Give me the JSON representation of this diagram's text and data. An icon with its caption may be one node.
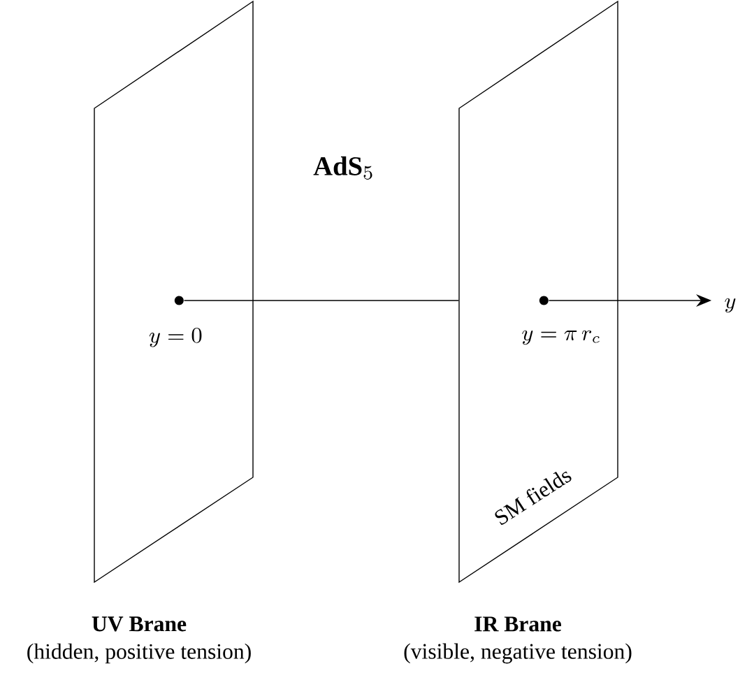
{
  "diagram": {
    "nodes": [
      {
        "text": [
          "UV Brane",
          "(hidden, positive tension)"
        ]
      },
      {
        "text": [
          "SM fields",
          "IR Brane",
          "(visible, negative tension)"
        ]
      },
      {
        "text": [],
        "shape": "circle",
        "in": 0,
        "beside": [
          "y = 0"
        ]
      },
      {
        "text": [],
        "shape": "circle",
        "in": 1,
        "beside": [
          "y = \\pi\\, r_c"
        ]
      },
      {
        "text": [
          "y"
        ]
      }
    ],
    "edges": [
      {
        "from": 2,
        "to": 1,
        "arrow": "none"
      },
      {
        "from": 3,
        "to": 4,
        "arrow": "to"
      }
    ],
    "labels": [
      "\\mathbf{AdS}_5"
    ]
  }
}
